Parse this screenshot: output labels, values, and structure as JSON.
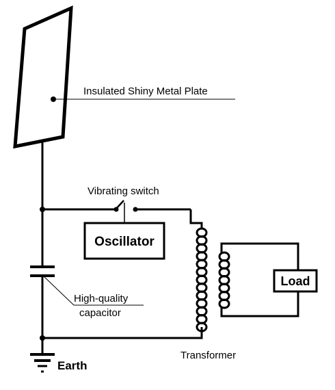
{
  "labels": {
    "plate": "Insulated Shiny Metal Plate",
    "switch": "Vibrating switch",
    "oscillator": "Oscillator",
    "capacitor_line1": "High-quality",
    "capacitor_line2": "capacitor",
    "load": "Load",
    "transformer": "Transformer",
    "earth": "Earth"
  },
  "colors": {
    "line": "#000000",
    "background": "#ffffff"
  }
}
